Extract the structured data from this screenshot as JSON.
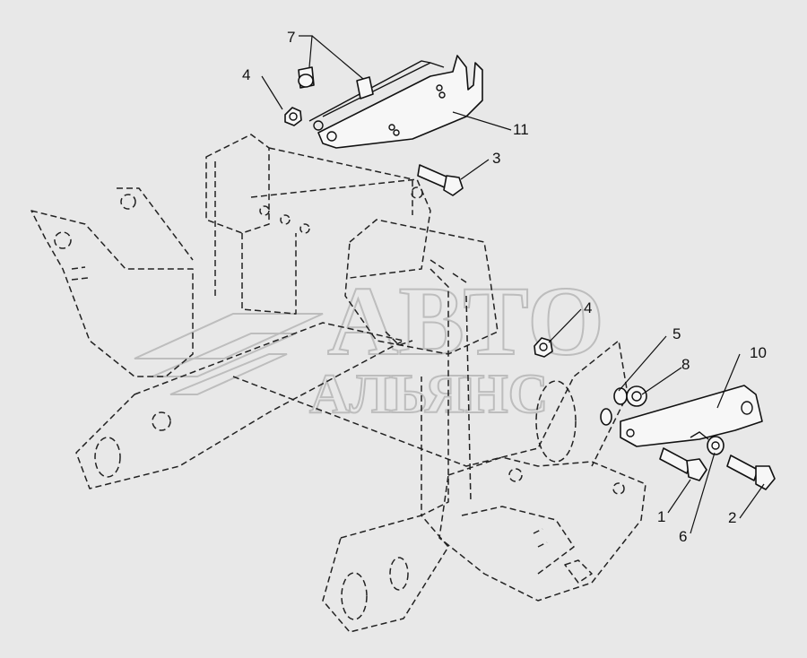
{
  "watermark": {
    "line1": "АВТО",
    "line2": "АЛЬЯНС"
  },
  "callouts": [
    {
      "id": "c7",
      "label": "7"
    },
    {
      "id": "c4a",
      "label": "4"
    },
    {
      "id": "c11",
      "label": "11"
    },
    {
      "id": "c3",
      "label": "3"
    },
    {
      "id": "c4b",
      "label": "4"
    },
    {
      "id": "c5",
      "label": "5"
    },
    {
      "id": "c8",
      "label": "8"
    },
    {
      "id": "c10",
      "label": "10"
    },
    {
      "id": "c1",
      "label": "1"
    },
    {
      "id": "c6",
      "label": "6"
    },
    {
      "id": "c2",
      "label": "2"
    }
  ],
  "colors": {
    "background": "#e8e8e8",
    "ink": "#111111",
    "watermark": "#bdbdbd"
  }
}
